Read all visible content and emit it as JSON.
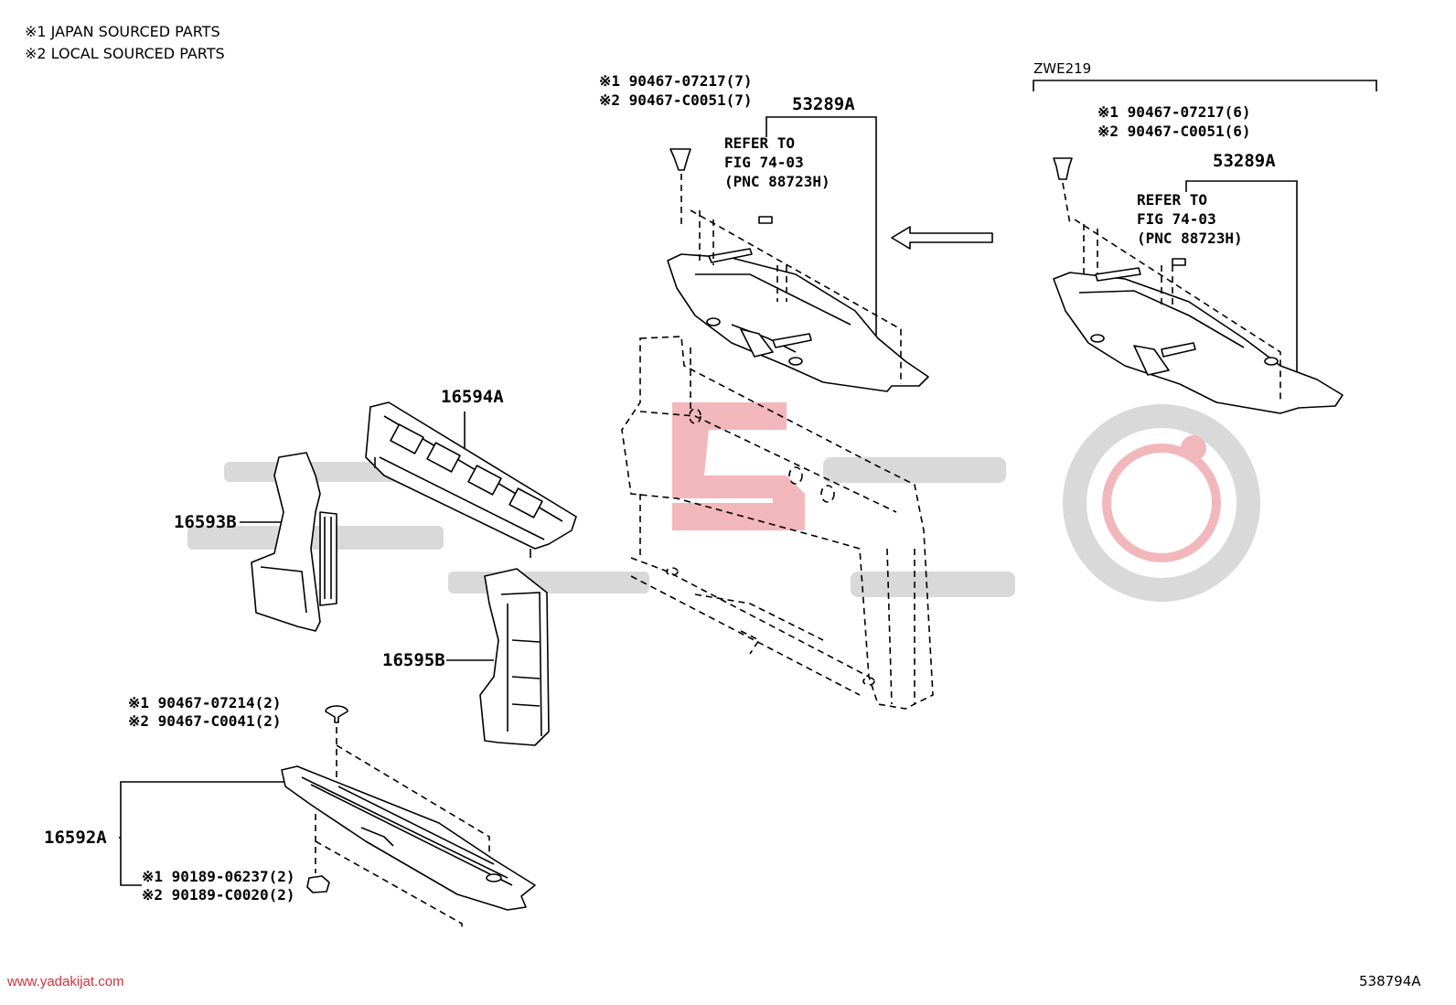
{
  "legend": {
    "note1": "※1 JAPAN SOURCED PARTS",
    "note2": "※2 LOCAL SOURCED PARTS"
  },
  "footer": {
    "website": "www.yadakijat.com",
    "figure_id": "538794A"
  },
  "colors": {
    "line": "#000000",
    "watermark_grey": "#d9d9d9",
    "watermark_red": "#f2b7bb",
    "url_red": "#d42f3a"
  },
  "center_assembly": {
    "clip_jp": "※1 90467-07217(7)",
    "clip_local": "※2 90467-C0051(7)",
    "part_number": "53289A",
    "refer_line1": "REFER TO",
    "refer_line2": "FIG 74-03",
    "refer_line3": "(PNC 88723H)"
  },
  "variant": {
    "model_code": "ZWE219",
    "clip_jp": "※1 90467-07217(6)",
    "clip_local": "※2 90467-C0051(6)",
    "part_number": "53289A",
    "refer_line1": "REFER TO",
    "refer_line2": "FIG 74-03",
    "refer_line3": "(PNC 88723H)"
  },
  "parts": {
    "p16594A": "16594A",
    "p16593B": "16593B",
    "p16595B": "16595B",
    "p16592A": "16592A"
  },
  "lower_clips": {
    "top_jp": "※1 90467-07214(2)",
    "top_local": "※2 90467-C0041(2)",
    "bottom_jp": "※1 90189-06237(2)",
    "bottom_local": "※2 90189-C0020(2)"
  }
}
